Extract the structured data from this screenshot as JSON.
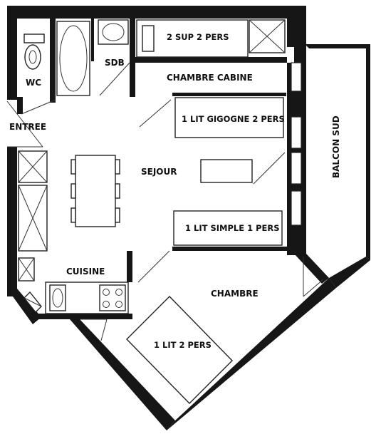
{
  "plan": {
    "rooms": {
      "wc": "WC",
      "sdb": "SDB",
      "entree": "ENTREE",
      "sejour": "SEJOUR",
      "cuisine": "CUISINE",
      "chambre_cabine": "CHAMBRE CABINE",
      "chambre": "CHAMBRE",
      "balcon_sud": "BALCON SUD"
    },
    "beds": {
      "sup": "2 SUP 2 PERS",
      "gigogne": "1 LIT GIGOGNE 2 PERS",
      "simple": "1 LIT SIMPLE 1 PERS",
      "double": "1 LIT 2 PERS"
    }
  }
}
